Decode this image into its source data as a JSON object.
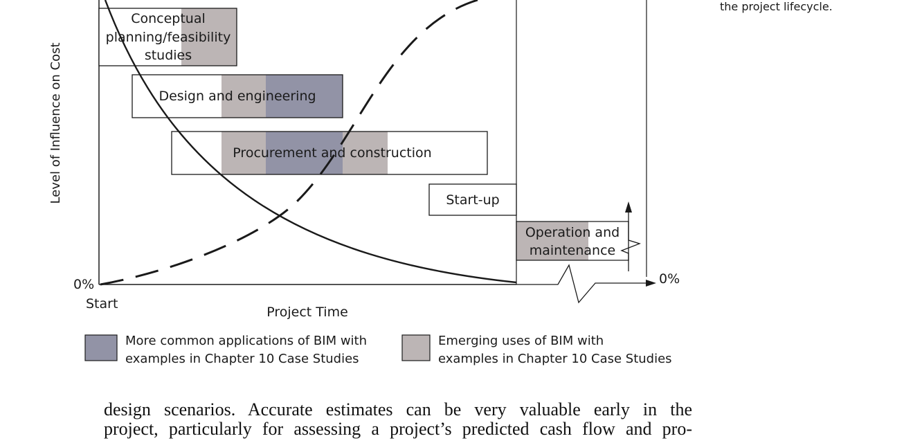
{
  "caption_fragment": "the project lifecycle.",
  "diagram": {
    "y_axis_label": "Level of Influence on Cost",
    "x_axis_label": "Project Time",
    "origin_label": "0%",
    "start_label": "Start",
    "right_axis_label": "0%",
    "phases": [
      {
        "id": "conceptual",
        "lines": [
          "Conceptual",
          "planning/feasibility",
          "studies"
        ]
      },
      {
        "id": "design",
        "lines": [
          "Design and engineering"
        ]
      },
      {
        "id": "procurement",
        "lines": [
          "Procurement and construction"
        ]
      },
      {
        "id": "startup",
        "lines": [
          "Start-up"
        ]
      },
      {
        "id": "operation",
        "lines": [
          "Operation and",
          "maintenance"
        ]
      }
    ],
    "legend": [
      {
        "id": "common",
        "color": "#9293a6",
        "lines": [
          "More common applications of BIM with",
          "examples in Chapter 10 Case Studies"
        ]
      },
      {
        "id": "emerging",
        "color": "#bcb5b5",
        "lines": [
          "Emerging uses of BIM with",
          "examples in Chapter 10 Case Studies"
        ]
      }
    ]
  },
  "body_text": {
    "lines": [
      "design scenarios. Accurate estimates can be very valuable early in the",
      "project, particularly for assessing a project’s predicted cash flow and pro-"
    ]
  },
  "colors": {
    "common_bim": "#9293a6",
    "emerging_bim": "#bcb5b5",
    "stroke": "#1a1a1a"
  }
}
